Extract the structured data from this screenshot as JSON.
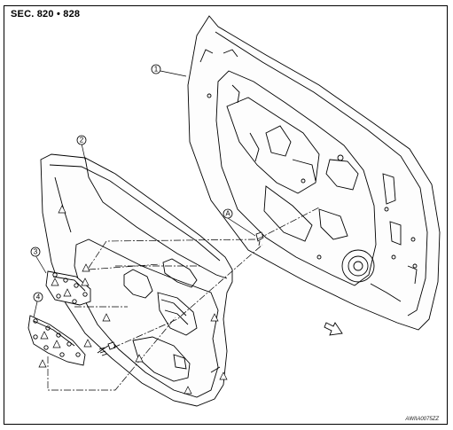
{
  "section_label": "SEC. 820 • 828",
  "reference_code": "AWIIA0075ZZ",
  "callouts": [
    "1",
    "2",
    "3",
    "4",
    "A"
  ],
  "symbols": {
    "clip": "clip-triangle-icon",
    "direction": "front-arrow-icon"
  }
}
